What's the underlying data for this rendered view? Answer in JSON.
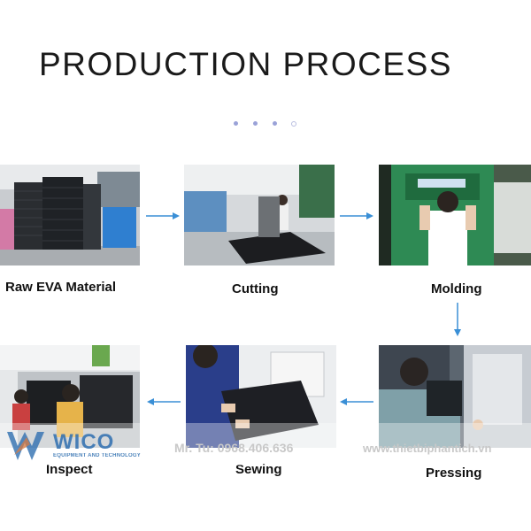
{
  "title": "PRODUCTION PROCESS",
  "steps": [
    {
      "label": "Raw EVA Material",
      "photo_icon": "foam-stack-photo"
    },
    {
      "label": "Cutting",
      "photo_icon": "cutting-table-photo"
    },
    {
      "label": "Molding",
      "photo_icon": "molding-press-photo"
    },
    {
      "label": "Pressing",
      "photo_icon": "pressing-machine-photo"
    },
    {
      "label": "Sewing",
      "photo_icon": "sewing-machine-photo"
    },
    {
      "label": "Inspect",
      "photo_icon": "inspection-line-photo"
    }
  ],
  "watermark": {
    "brand": "WICO",
    "tagline": "EQUIPMENT AND TECHNOLOGY",
    "contact": "Mr. Tu: 0968.406.636",
    "website": "www.thietbiphantich.vn"
  },
  "colors": {
    "arrow": "#3a8fd6",
    "dot_active": "#9aa2d8",
    "brand": "#2f6fb0"
  }
}
